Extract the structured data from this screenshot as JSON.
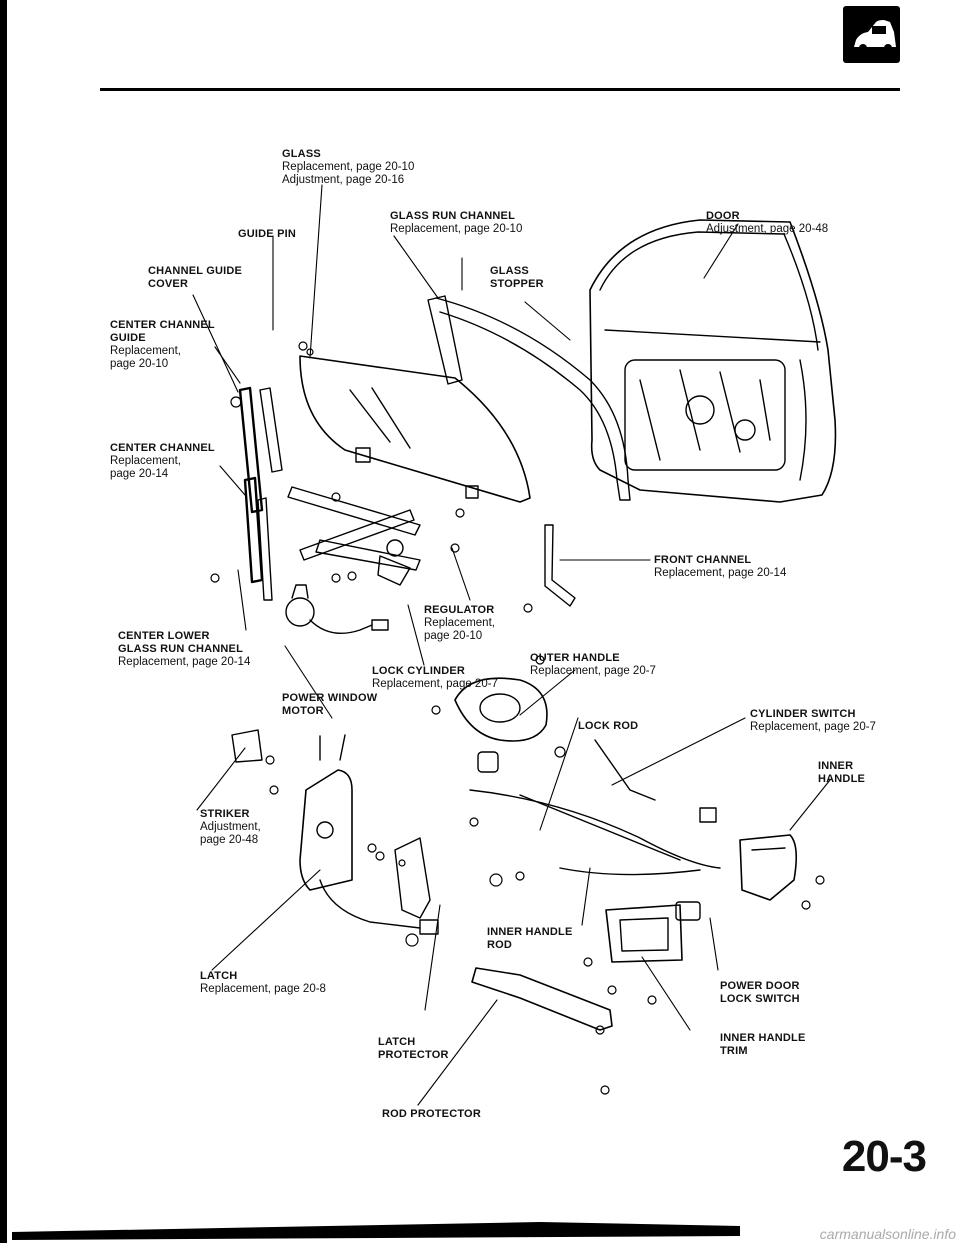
{
  "labels": {
    "glass": {
      "name": "GLASS",
      "l1": "Replacement, page 20-10",
      "l2": "Adjustment, page 20-16"
    },
    "guide_pin": {
      "name": "GUIDE PIN"
    },
    "glass_run_channel": {
      "name": "GLASS RUN CHANNEL",
      "l1": "Replacement, page 20-10"
    },
    "door": {
      "name": "DOOR",
      "l1": "Adjustment, page 20-48"
    },
    "channel_guide_cover": {
      "name1": "CHANNEL GUIDE",
      "name2": "COVER"
    },
    "glass_stopper": {
      "name1": "GLASS",
      "name2": "STOPPER"
    },
    "center_channel_guide": {
      "name1": "CENTER CHANNEL",
      "name2": "GUIDE",
      "l1": "Replacement,",
      "l2": "page 20-10"
    },
    "center_channel": {
      "name": "CENTER CHANNEL",
      "l1": "Replacement,",
      "l2": "page 20-14"
    },
    "front_channel": {
      "name": "FRONT CHANNEL",
      "l1": "Replacement, page 20-14"
    },
    "regulator": {
      "name": "REGULATOR",
      "l1": "Replacement,",
      "l2": "page 20-10"
    },
    "center_lower": {
      "name1": "CENTER LOWER",
      "name2": "GLASS RUN CHANNEL",
      "l1": "Replacement, page 20-14"
    },
    "lock_cylinder": {
      "name": "LOCK CYLINDER",
      "l1": "Replacement, page 20-7"
    },
    "outer_handle": {
      "name": "OUTER HANDLE",
      "l1": "Replacement, page 20-7"
    },
    "power_window_motor": {
      "name1": "POWER WINDOW",
      "name2": "MOTOR"
    },
    "lock_rod": {
      "name": "LOCK ROD"
    },
    "cylinder_switch": {
      "name": "CYLINDER SWITCH",
      "l1": "Replacement, page 20-7"
    },
    "inner_handle": {
      "name1": "INNER",
      "name2": "HANDLE"
    },
    "striker": {
      "name": "STRIKER",
      "l1": "Adjustment,",
      "l2": "page 20-48"
    },
    "inner_handle_rod": {
      "name1": "INNER HANDLE",
      "name2": "ROD"
    },
    "latch": {
      "name": "LATCH",
      "l1": "Replacement, page 20-8"
    },
    "power_door_lock_switch": {
      "name1": "POWER DOOR",
      "name2": "LOCK SWITCH"
    },
    "latch_protector": {
      "name1": "LATCH",
      "name2": "PROTECTOR"
    },
    "inner_handle_trim": {
      "name1": "INNER HANDLE",
      "name2": "TRIM"
    },
    "rod_protector": {
      "name": "ROD PROTECTOR"
    }
  },
  "page_number": "20-3",
  "watermark": "carmanualsonline.info"
}
